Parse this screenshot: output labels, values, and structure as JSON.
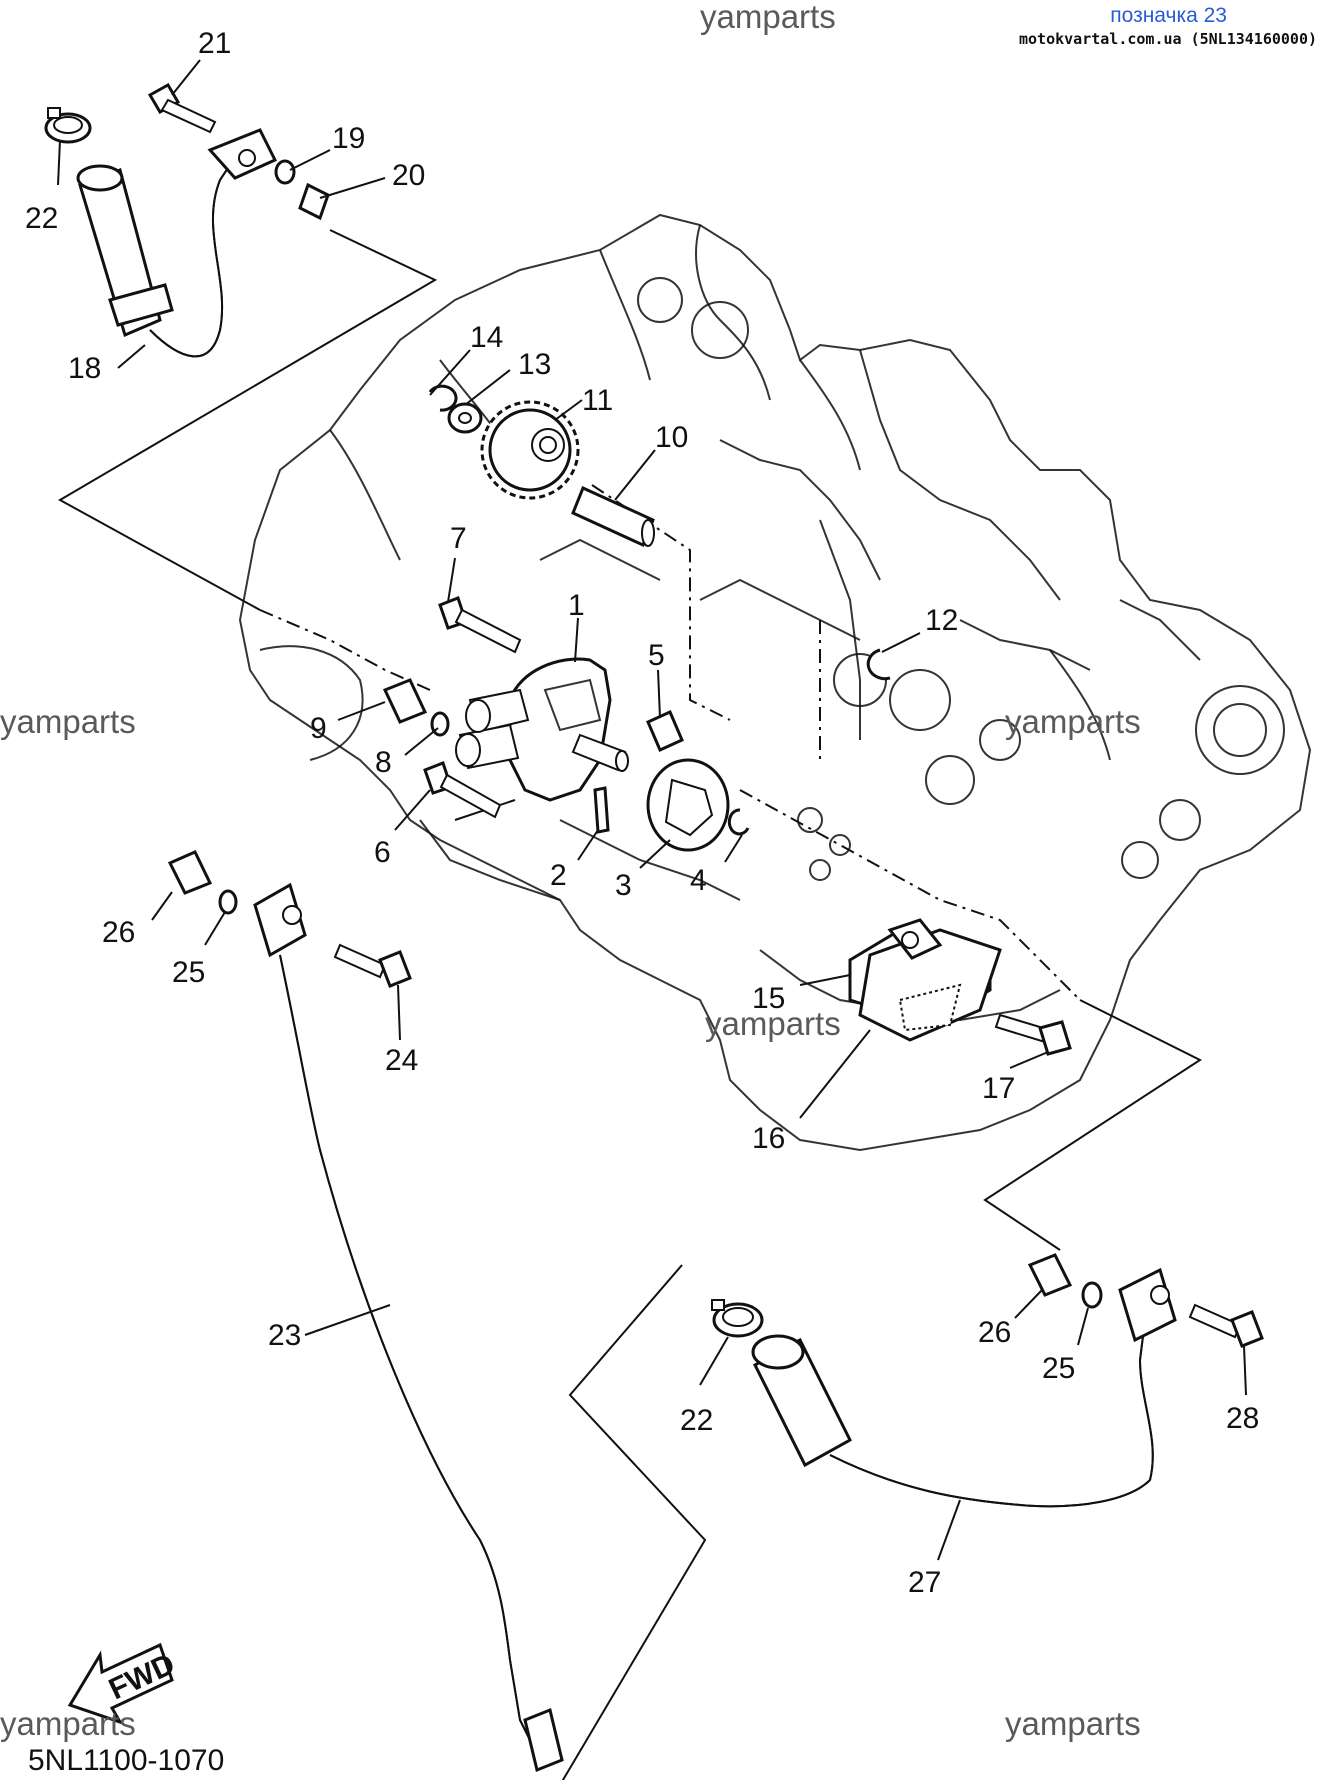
{
  "header": {
    "title": "позначка 23",
    "source_text": "motokvartal.com.ua (5NL134160000)"
  },
  "watermarks": [
    "yamparts",
    "yamparts",
    "yamparts",
    "yamparts",
    "yamparts",
    "yamparts"
  ],
  "callouts": [
    "1",
    "2",
    "3",
    "4",
    "5",
    "6",
    "7",
    "8",
    "9",
    "10",
    "11",
    "12",
    "13",
    "14",
    "15",
    "16",
    "17",
    "18",
    "19",
    "20",
    "21",
    "22",
    "22",
    "23",
    "24",
    "25",
    "25",
    "26",
    "26",
    "27",
    "28"
  ],
  "fwd_label": "FWD",
  "diagram_code": "5NL1100-1070",
  "colors": {
    "header_title": "#2a5bd7",
    "ink": "#111111",
    "watermark": "#5a5a5a"
  }
}
